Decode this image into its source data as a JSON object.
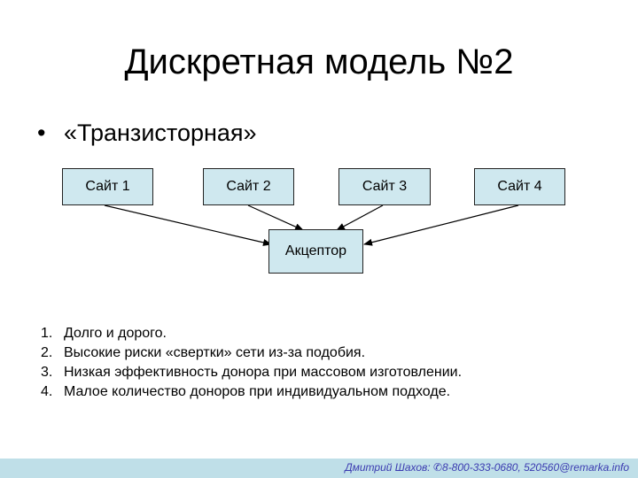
{
  "slide": {
    "title": "Дискретная модель №2",
    "bullet_symbol": "•",
    "bullet_text": "«Транзисторная»"
  },
  "diagram": {
    "sites": [
      {
        "label": "Сайт 1"
      },
      {
        "label": "Сайт 2"
      },
      {
        "label": "Сайт 3"
      },
      {
        "label": "Сайт 4"
      }
    ],
    "acceptor": {
      "label": "Акцептор"
    }
  },
  "list": [
    {
      "num": "1.",
      "text": "Долго и дорого."
    },
    {
      "num": "2.",
      "text": "Высокие риски «свертки» сети из-за подобия."
    },
    {
      "num": "3.",
      "text": "Низкая эффективность донора при массовом изготовлении."
    },
    {
      "num": "4.",
      "text": "Малое количество доноров при индивидуальном подходе."
    }
  ],
  "footer": {
    "text": "Дмитрий Шахов: ✆8-800-333-0680, 520560@remarka.info"
  },
  "colors": {
    "box_fill": "#cfe8ef",
    "footer_bar": "#bfdfe8",
    "footer_text": "#3a3ab0"
  }
}
